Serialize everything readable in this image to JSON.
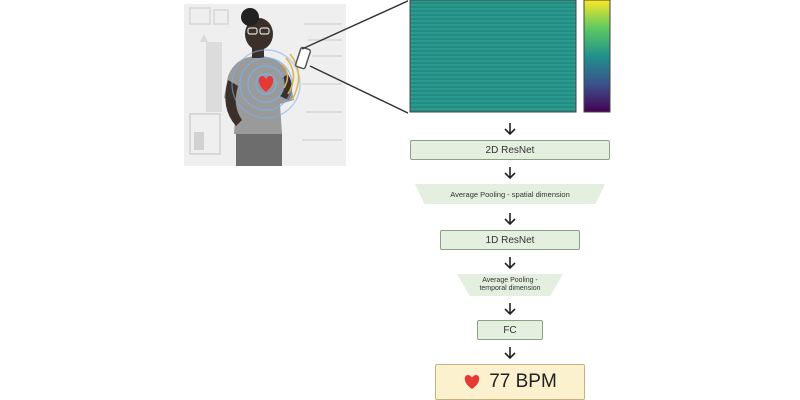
{
  "illustration": {
    "subject": "person measuring heart rate with smartphone",
    "heart_icon": "heart-icon",
    "phone_icon": "smartphone-icon"
  },
  "colors": {
    "block_fill": "#e4efdf",
    "block_border": "#8aa283",
    "result_fill": "#fbf1cf",
    "heart": "#e53935",
    "spectrogram_base": "#2a9a8e"
  },
  "pipeline": {
    "step_2d_resnet": "2D ResNet",
    "step_avg_pool_spatial": "Average Pooling - spatial dimension",
    "step_1d_resnet": "1D ResNet",
    "step_avg_pool_temporal": "Average Pooling - temporal dimension",
    "step_fc": "FC"
  },
  "result": {
    "icon": "heart-icon",
    "label": "77 BPM"
  }
}
